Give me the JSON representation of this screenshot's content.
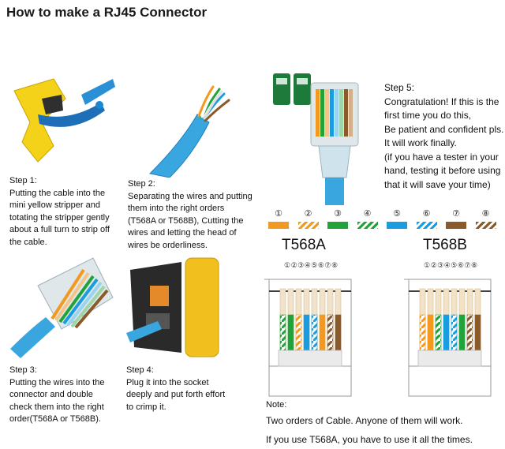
{
  "title": "How to make a RJ45 Connector",
  "steps": {
    "step1": {
      "label": "Step 1:",
      "lines": [
        "Putting the cable into the",
        "mini yellow stripper and",
        "totating the stripper gently",
        "about a full turn to strip off",
        "the cable."
      ]
    },
    "step2": {
      "label": "Step 2:",
      "lines": [
        "Separating the wires and putting",
        "them into the right orders",
        "(T568A or T568B), Cutting the",
        "wires and letting the head of",
        "wires be orderliness."
      ]
    },
    "step3": {
      "label": "Step 3:",
      "lines": [
        "Putting the wires into the",
        "connector and double",
        "check them into the right",
        "order(T568A or T568B)."
      ]
    },
    "step4": {
      "label": "Step 4:",
      "lines": [
        "Plug it into the socket",
        "deeply and put forth effort",
        "to crimp it."
      ]
    },
    "step5": {
      "label": "Step 5:",
      "lines": [
        "Congratulation!  If this is the",
        "first time you do this,",
        "Be patient and confident pls.",
        "It will work finally.",
        "(if you have a tester in your",
        "hand, testing it before using",
        "that it will save your time)"
      ]
    }
  },
  "wire_legend": [
    {
      "num": "①",
      "color": "#f39a1e",
      "striped": false
    },
    {
      "num": "②",
      "color": "#f39a1e",
      "striped": true
    },
    {
      "num": "③",
      "color": "#22a33a",
      "striped": false
    },
    {
      "num": "④",
      "color": "#22a33a",
      "striped": true
    },
    {
      "num": "⑤",
      "color": "#1a9de0",
      "striped": false
    },
    {
      "num": "⑥",
      "color": "#1a9de0",
      "striped": true
    },
    {
      "num": "⑦",
      "color": "#8a5a2b",
      "striped": false
    },
    {
      "num": "⑧",
      "color": "#8a5a2b",
      "striped": true
    }
  ],
  "standards": {
    "a": {
      "name": "T568A",
      "pins": "①②③④⑤⑥⑦⑧",
      "wires": [
        [
          "#22a33a",
          true
        ],
        [
          "#22a33a",
          false
        ],
        [
          "#f39a1e",
          true
        ],
        [
          "#1a9de0",
          false
        ],
        [
          "#1a9de0",
          true
        ],
        [
          "#f39a1e",
          false
        ],
        [
          "#8a5a2b",
          true
        ],
        [
          "#8a5a2b",
          false
        ]
      ]
    },
    "b": {
      "name": "T568B",
      "pins": "①②③④⑤⑥⑦⑧",
      "wires": [
        [
          "#f39a1e",
          true
        ],
        [
          "#f39a1e",
          false
        ],
        [
          "#22a33a",
          true
        ],
        [
          "#1a9de0",
          false
        ],
        [
          "#1a9de0",
          true
        ],
        [
          "#22a33a",
          false
        ],
        [
          "#8a5a2b",
          true
        ],
        [
          "#8a5a2b",
          false
        ]
      ]
    }
  },
  "note": {
    "label": "Note:",
    "line1": "Two orders of Cable. Anyone of them will work.",
    "line2": "If you use T568A, you have to use it all the times."
  }
}
